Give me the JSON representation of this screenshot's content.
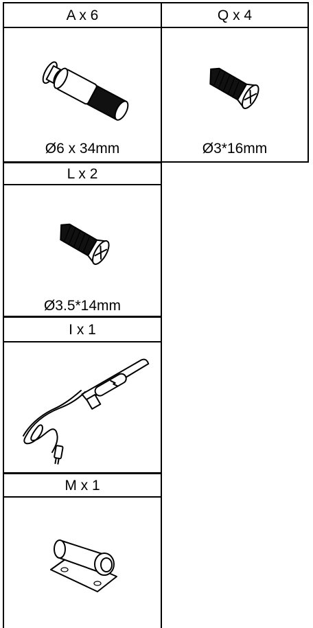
{
  "parts": [
    {
      "header": "A x 6",
      "caption": "Ø6 x 34mm",
      "icon": "cam-dowel-bolt-icon"
    },
    {
      "header": "Q x 4",
      "caption": "Ø3*16mm",
      "icon": "screw-icon"
    },
    {
      "header": "L x 2",
      "caption": "Ø3.5*14mm",
      "icon": "screw-icon"
    },
    {
      "header": "I x 1",
      "caption": "",
      "icon": "led-light-with-cord-icon"
    },
    {
      "header": "M x 1",
      "caption": "",
      "icon": "push-latch-icon"
    }
  ]
}
